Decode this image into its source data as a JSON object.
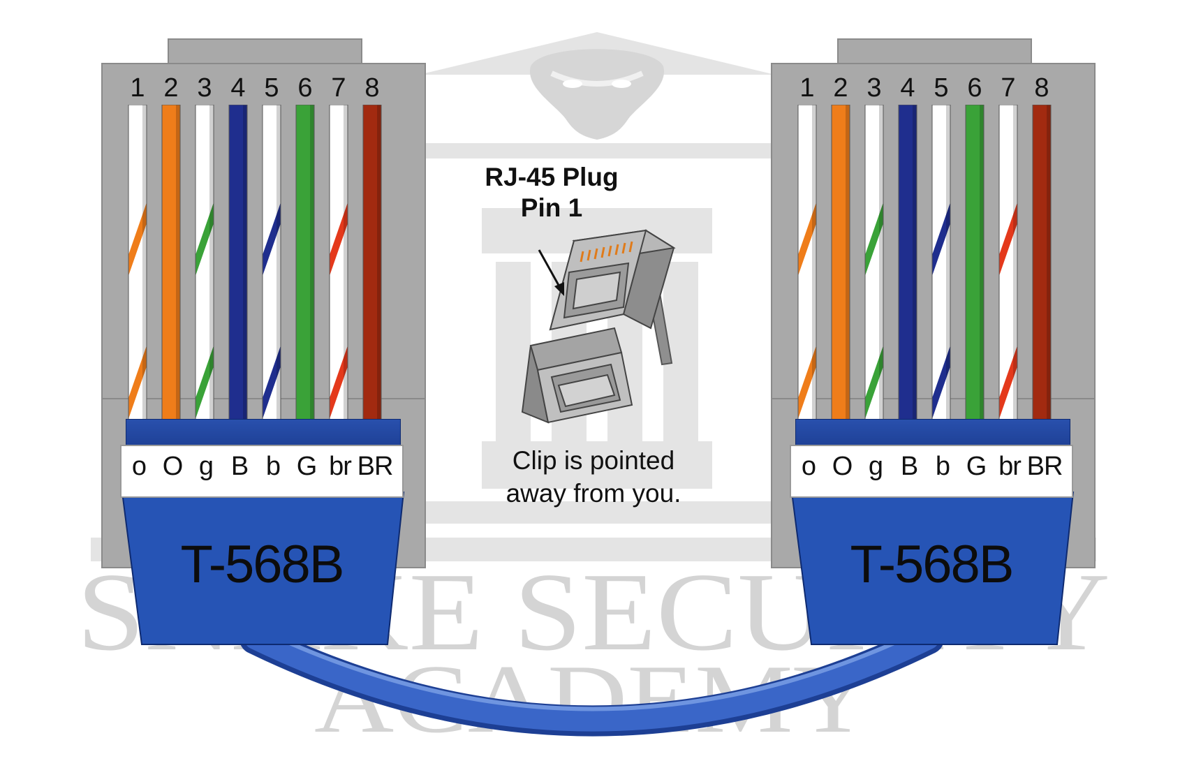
{
  "watermark": {
    "line1": "SNAKE SECURITY",
    "line2": "ACADEMY"
  },
  "connectors": [
    {
      "standard": "T-568B",
      "pins": [
        "1",
        "2",
        "3",
        "4",
        "5",
        "6",
        "7",
        "8"
      ],
      "codes": [
        "o",
        "O",
        "g",
        "B",
        "b",
        "G",
        "br",
        "BR"
      ]
    },
    {
      "standard": "T-568B",
      "pins": [
        "1",
        "2",
        "3",
        "4",
        "5",
        "6",
        "7",
        "8"
      ],
      "codes": [
        "o",
        "O",
        "g",
        "B",
        "b",
        "G",
        "br",
        "BR"
      ]
    }
  ],
  "wire_colors": [
    {
      "base": "#ffffff",
      "stripe": "#ef7d1a",
      "striped": true
    },
    {
      "base": "#ef7d1a",
      "stripe": "#ef7d1a",
      "striped": false
    },
    {
      "base": "#ffffff",
      "stripe": "#3aa238",
      "striped": true
    },
    {
      "base": "#1f2e8e",
      "stripe": "#1f2e8e",
      "striped": false
    },
    {
      "base": "#ffffff",
      "stripe": "#1f2e8e",
      "striped": true
    },
    {
      "base": "#3aa238",
      "stripe": "#3aa238",
      "striped": false
    },
    {
      "base": "#ffffff",
      "stripe": "#e4391b",
      "striped": true
    },
    {
      "base": "#a22a10",
      "stripe": "#a22a10",
      "striped": false
    }
  ],
  "boot_color": "#2654b5",
  "plug": {
    "title_line1": "RJ-45 Plug",
    "title_line2": "Pin 1",
    "caption_line1": "Clip is pointed",
    "caption_line2": "away from you."
  }
}
